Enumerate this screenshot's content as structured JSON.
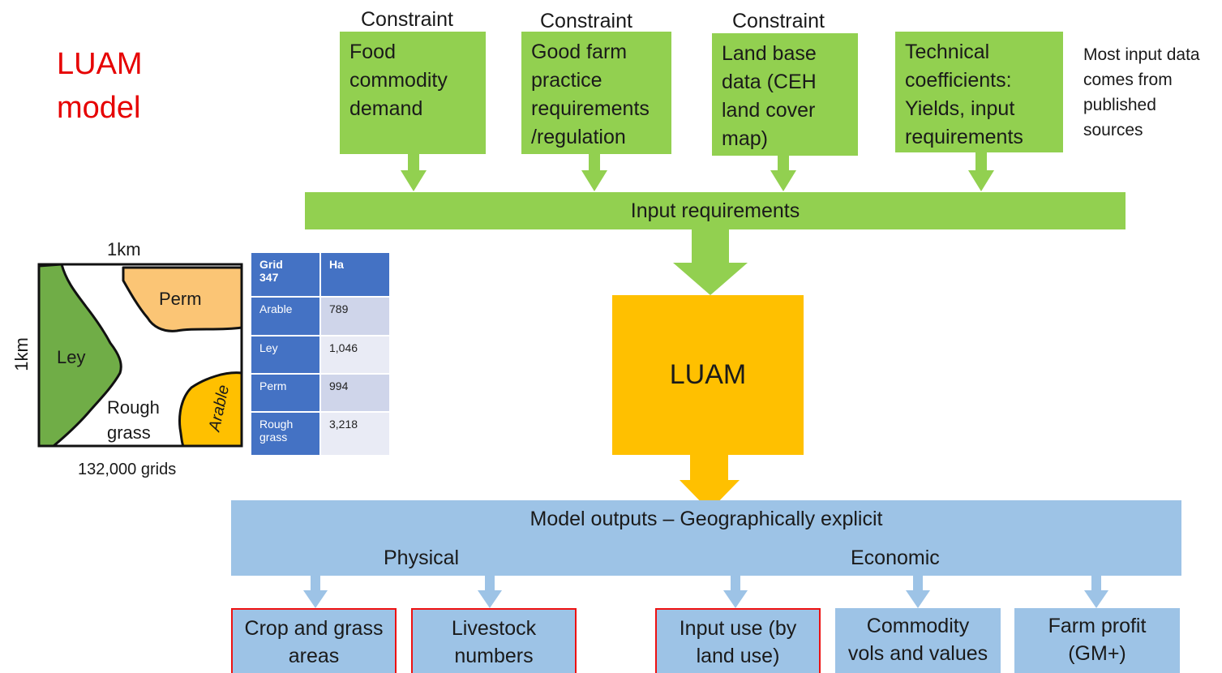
{
  "title": {
    "line1": "LUAM",
    "line2": "model"
  },
  "constraint_label": "Constraint",
  "inputs": [
    {
      "lines": [
        "Food",
        "commodity",
        "demand"
      ],
      "constraint": true
    },
    {
      "lines": [
        "Good farm",
        "practice",
        "requirements",
        "/regulation"
      ],
      "constraint": true
    },
    {
      "lines": [
        "Land base",
        "data (CEH",
        "land cover",
        "map)"
      ],
      "constraint": true
    },
    {
      "lines": [
        "Technical",
        "coefficients:",
        "Yields, input",
        "requirements"
      ],
      "constraint": false
    }
  ],
  "note": [
    "Most input data",
    "comes from",
    "published",
    "sources"
  ],
  "input_bar": "Input requirements",
  "core": "LUAM",
  "outputs": {
    "title": "Model outputs – Geographically explicit",
    "physical": "Physical",
    "economic": "Economic",
    "items": [
      {
        "lines": [
          "Crop and grass",
          "areas"
        ],
        "highlight": true
      },
      {
        "lines": [
          "Livestock",
          "numbers"
        ],
        "highlight": true
      },
      {
        "lines": [
          "Input use (by",
          "land use)"
        ],
        "highlight": true
      },
      {
        "lines": [
          "Commodity",
          "vols and values"
        ],
        "highlight": false
      },
      {
        "lines": [
          "Farm profit",
          "(GM+)"
        ],
        "highlight": false
      }
    ]
  },
  "map": {
    "width_label": "1km",
    "height_label": "1km",
    "ley": "Ley",
    "perm": "Perm",
    "rough1": "Rough",
    "rough2": "grass",
    "arable": "Arable",
    "caption": "132,000 grids"
  },
  "grid_table": {
    "header": [
      "Grid\n347",
      "Ha"
    ],
    "rows": [
      [
        "Arable",
        "789"
      ],
      [
        "Ley",
        "1,046"
      ],
      [
        "Perm",
        "994"
      ],
      [
        "Rough\ngrass",
        "3,218"
      ]
    ]
  },
  "colors": {
    "green": "#92d050",
    "orange": "#ffc000",
    "blue": "#9dc3e6",
    "title_red": "#e60000",
    "table_blue": "#4472c4"
  }
}
